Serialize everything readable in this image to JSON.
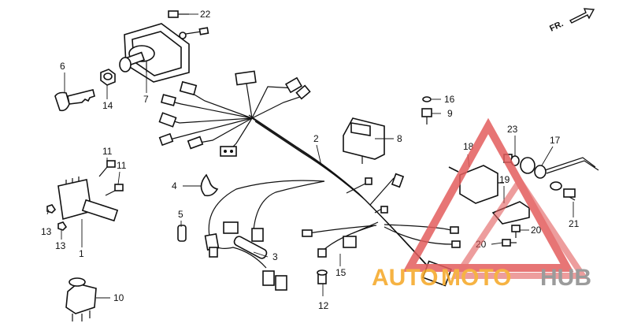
{
  "direction_label": "FR.",
  "callouts": {
    "p1": "1",
    "p2": "2",
    "p3": "3",
    "p4": "4",
    "p5": "5",
    "p6": "6",
    "p7": "7",
    "p8": "8",
    "p9": "9",
    "p10": "10",
    "p11a": "11",
    "p11b": "11",
    "p12": "12",
    "p13a": "13",
    "p13b": "13",
    "p14": "14",
    "p15": "15",
    "p16": "16",
    "p17": "17",
    "p18": "18",
    "p19": "19",
    "p20a": "20",
    "p20b": "20",
    "p21": "21",
    "p22": "22",
    "p23": "23"
  },
  "watermark": {
    "part1": "AUTO",
    "part2": "MOTO",
    "part3": "HUB",
    "colors": {
      "orange": "#f5a623",
      "gray": "#8a8a8a",
      "triangle": "#e35d5d"
    }
  },
  "icons": [
    "direction-arrow-icon",
    "bolt-icon",
    "nut-icon",
    "key-icon",
    "connector-icon"
  ]
}
